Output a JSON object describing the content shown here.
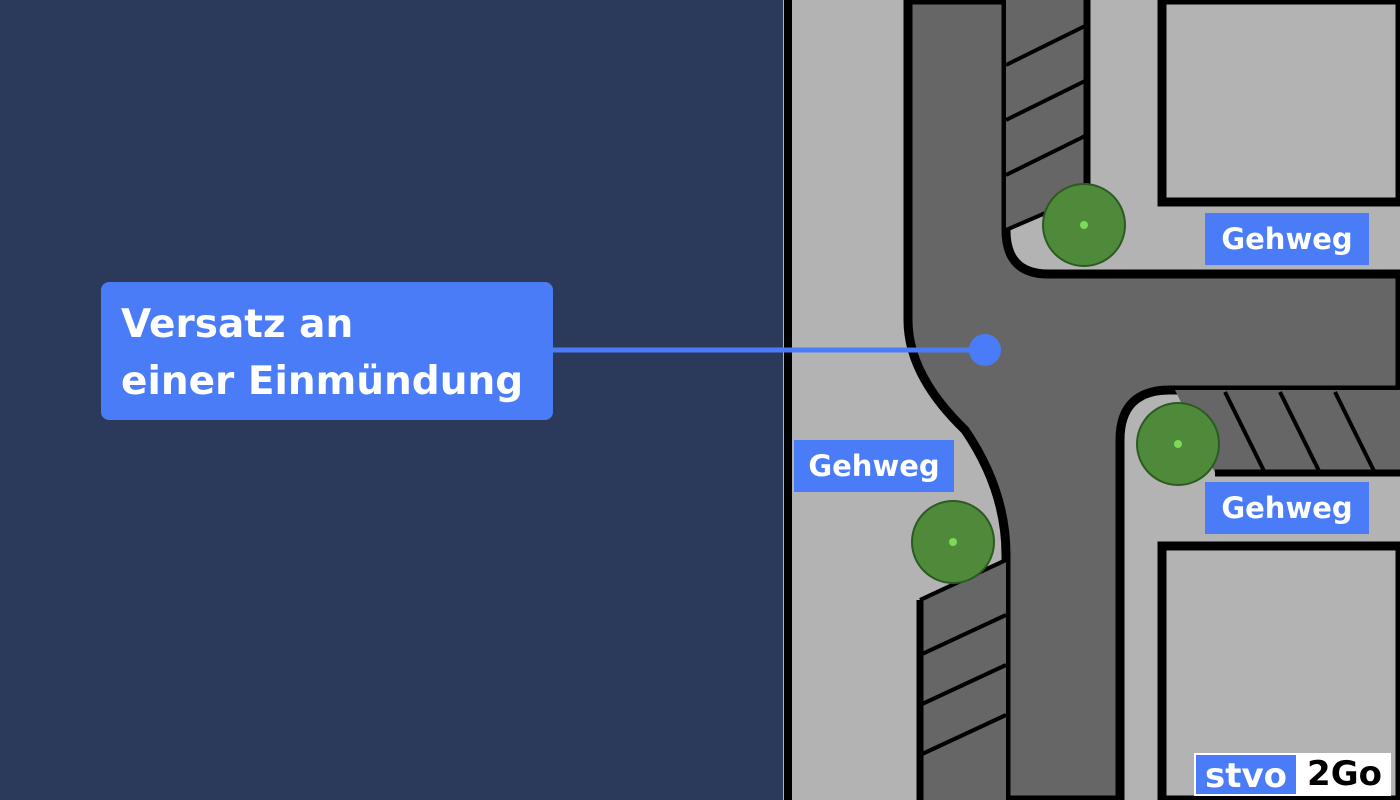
{
  "title": {
    "line1": "Versatz an",
    "line2": "einer Einmündung"
  },
  "labels": {
    "top_right": "Gehweg",
    "middle_left": "Gehweg",
    "middle_right": "Gehweg"
  },
  "logo": {
    "part1": "stvo",
    "part2": "2Go"
  },
  "colors": {
    "background": "#2b3a5b",
    "accent": "#4a7cf8",
    "road": "#666666",
    "sidewalk": "#b3b3b3",
    "tree": "#4e8a3a",
    "tree_center": "#7ed957"
  }
}
